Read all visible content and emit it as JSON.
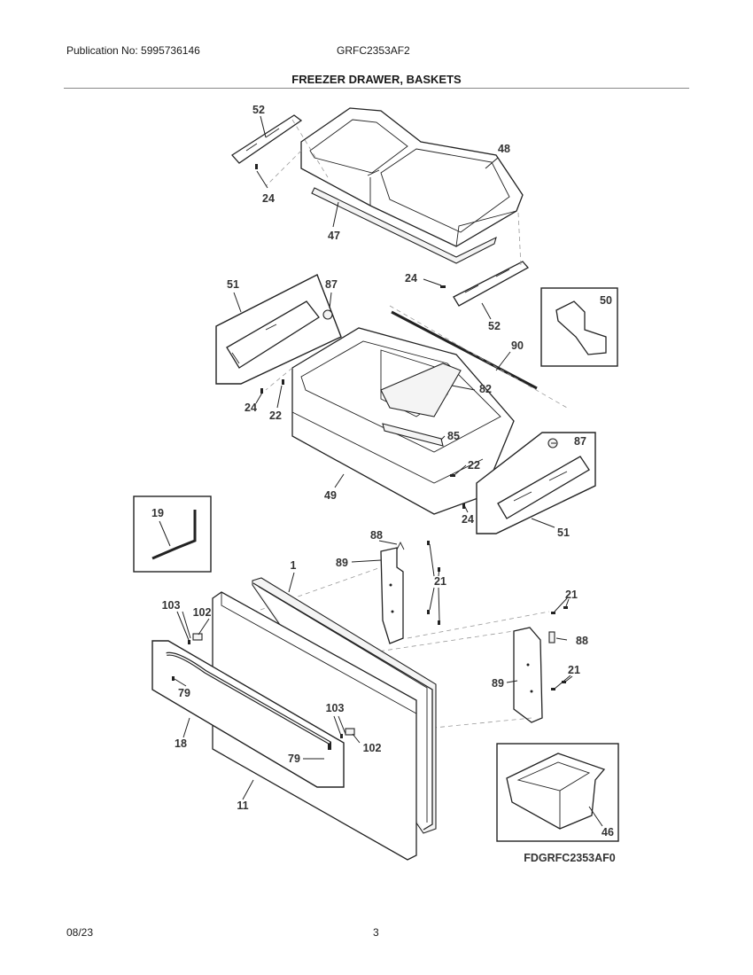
{
  "header": {
    "publication": "Publication No: 5995736146",
    "model": "GRFC2353AF2",
    "title": "FREEZER DRAWER, BASKETS"
  },
  "footer": {
    "date": "08/23",
    "page": "3"
  },
  "diagram": {
    "code": "FDGRFC2353AF0",
    "callouts": {
      "c52a": "52",
      "c24a": "24",
      "c48": "48",
      "c47": "47",
      "c51a": "51",
      "c87a": "87",
      "c24b": "24",
      "c52b": "52",
      "c50": "50",
      "c90": "90",
      "c82": "82",
      "c24c": "24",
      "c22a": "22",
      "c85": "85",
      "c22b": "22",
      "c49": "49",
      "c87b": "87",
      "c24d": "24",
      "c51b": "51",
      "c19": "19",
      "c88a": "88",
      "c1": "1",
      "c89a": "89",
      "c21a": "21",
      "c103a": "103",
      "c102a": "102",
      "c21b": "21",
      "c88b": "88",
      "c79a": "79",
      "c89b": "89",
      "c21c": "21",
      "c103b": "103",
      "c18": "18",
      "c102b": "102",
      "c79b": "79",
      "c11": "11",
      "c46": "46"
    }
  }
}
